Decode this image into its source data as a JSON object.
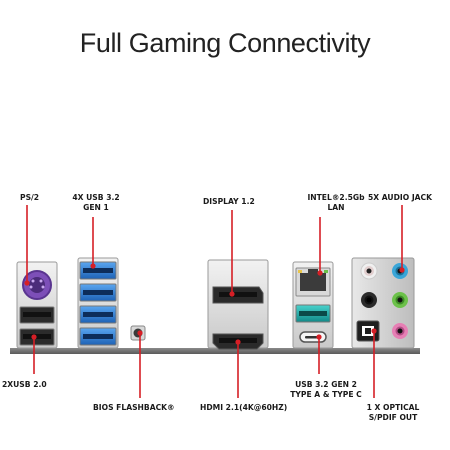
{
  "title": "Full Gaming Connectivity",
  "labels": {
    "ps2": "PS/2",
    "usb32_gen1_line1": "4X USB 3.2",
    "usb32_gen1_line2": "GEN 1",
    "display": "DISPLAY 1.2",
    "lan_line1": "INTEL®2.5Gb",
    "lan_line2": "LAN",
    "audio": "5X AUDIO JACK",
    "usb20": "2XUSB 2.0",
    "bios": "BIOS FLASHBACK®",
    "hdmi": "HDMI 2.1(4K@60HZ)",
    "usb32_gen2_line1": "USB 3.2 GEN 2",
    "usb32_gen2_line2": "TYPE A & TYPE C",
    "optical_line1": "1 X OPTICAL",
    "optical_line2": "S/PDIF OUT"
  },
  "colors": {
    "accent": "#d61f26",
    "usb3_blue": "#2e7fd6",
    "usb32_gen2_teal": "#1fb0b0",
    "ps2_purple": "#8a5cc9",
    "audio_green": "#6cc14a",
    "audio_pink": "#e67fb4",
    "audio_blue": "#3aa6d8"
  }
}
